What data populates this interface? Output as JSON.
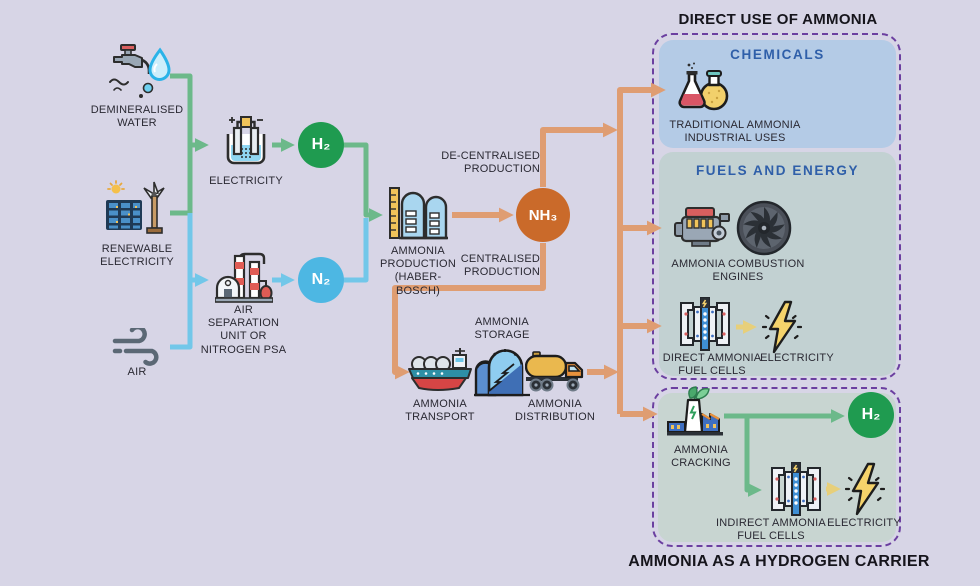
{
  "colors": {
    "background": "#d7d5e6",
    "arrow_green": "#6cb98a",
    "arrow_blue": "#72c7e9",
    "arrow_orange": "#df9d72",
    "arrow_yellow": "#e7cf7a",
    "h2_circle": "#1f9b50",
    "n2_circle": "#4db7e3",
    "nh3_circle": "#ca6a2a",
    "dashed_border": "#6b3fa0",
    "chemicals_box": "#b4cbe6",
    "fuels_box": "#c2d1d2",
    "carrier_box": "#c8d5d1",
    "heading_blue": "#2f5fa9"
  },
  "icons": {
    "water_tap": "tap-with-water-drop",
    "renewable": "solar-panel-and-wind-turbine",
    "air": "wind-gusts",
    "electrolyzer": "electrolysis-cell",
    "asu": "air-separation-plant",
    "haber_bosch": "pressure-tanks",
    "flasks": "chemistry-flasks",
    "engine": "combustion-engine",
    "turbine": "gas-turbine",
    "fuel_cell": "fuel-cell-stack",
    "lightning": "electricity-bolt",
    "ship": "tanker-ship",
    "storage_tanks": "ammonia-storage-tanks",
    "truck": "tanker-truck",
    "cracking_plant": "green-cracking-factory"
  },
  "left": {
    "water": "DEMINERALISED\nWATER",
    "renewable": "RENEWABLE\nELECTRICITY",
    "air": "AIR",
    "electrolysis": "ELECTRICITY",
    "asu": "AIR\nSEPARATION\nUNIT OR\nNITROGEN PSA",
    "h2": "H₂",
    "n2": "N₂"
  },
  "production": {
    "haber_bosch": "AMMONIA\nPRODUCTION\n(HABER-\nBOSCH)",
    "nh3": "NH₃",
    "decentralised": "DE-CENTRALISED\nPRODUCTION",
    "centralised": "CENTRALISED\nPRODUCTION"
  },
  "logistics": {
    "storage": "AMMONIA\nSTORAGE",
    "transport": "AMMONIA\nTRANSPORT",
    "distribution": "AMMONIA\nDISTRIBUTION"
  },
  "direct_use": {
    "title": "DIRECT USE OF AMMONIA",
    "chemicals_heading": "CHEMICALS",
    "chemicals_item": "TRADITIONAL AMMONIA\nINDUSTRIAL USES",
    "fuels_heading": "FUELS AND ENERGY",
    "combustion": "AMMONIA COMBUSTION\nENGINES",
    "fuel_cells": "DIRECT AMMONIA\nFUEL CELLS",
    "electricity": "ELECTRICITY"
  },
  "carrier": {
    "title": "AMMONIA AS A HYDROGEN CARRIER",
    "cracking": "AMMONIA\nCRACKING",
    "h2": "H₂",
    "fuel_cells": "INDIRECT AMMONIA\nFUEL CELLS",
    "electricity": "ELECTRICITY"
  }
}
